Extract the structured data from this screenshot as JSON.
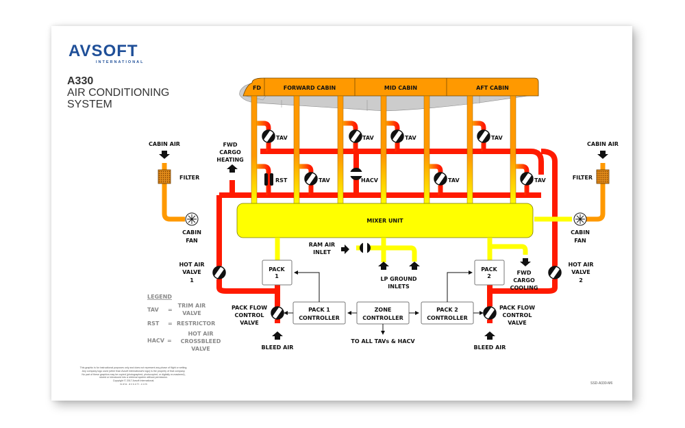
{
  "brand": {
    "name": "AVSOFT",
    "sub": "INTERNATIONAL"
  },
  "title": {
    "line1": "A330",
    "line2": "AIR CONDITIONING",
    "line3": "SYSTEM"
  },
  "colors": {
    "hot_air": "#ff1a00",
    "cabin_supply": "#ff9900",
    "mixed_air": "#ffff00",
    "fuselage": "#cccccc",
    "text": "#111111",
    "legend_text": "#8a8a8a",
    "brand": "#1f4f98"
  },
  "fuselage": {
    "zones": [
      "FD",
      "FORWARD CABIN",
      "MID CABIN",
      "AFT CABIN"
    ]
  },
  "labels": {
    "tav": "TAV",
    "rst": "RST",
    "hacv": "HACV",
    "cabin_air_left": "CABIN AIR",
    "cabin_air_right": "CABIN AIR",
    "filter_left": "FILTER",
    "filter_right": "FILTER",
    "cabin_fan_left": [
      "CABIN",
      "FAN"
    ],
    "cabin_fan_right": [
      "CABIN",
      "FAN"
    ],
    "fwd_cargo_heating": [
      "FWD",
      "CARGO",
      "HEATING"
    ],
    "mixer_unit": "MIXER UNIT",
    "ram_air_inlet": [
      "RAM AIR",
      "INLET"
    ],
    "lp_ground_inlets": [
      "LP GROUND",
      "INLETS"
    ],
    "fwd_cargo_cooling": [
      "FWD",
      "CARGO",
      "COOLING"
    ],
    "hot_air_valve_1": [
      "HOT AIR",
      "VALVE",
      "1"
    ],
    "hot_air_valve_2": [
      "HOT AIR",
      "VALVE",
      "2"
    ],
    "pack_1": [
      "PACK",
      "1"
    ],
    "pack_2": [
      "PACK",
      "2"
    ],
    "pack_flow_left": [
      "PACK FLOW",
      "CONTROL",
      "VALVE"
    ],
    "pack_flow_right": [
      "PACK FLOW",
      "CONTROL",
      "VALVE"
    ],
    "pack1_controller": [
      "PACK 1",
      "CONTROLLER"
    ],
    "zone_controller": [
      "ZONE",
      "CONTROLLER"
    ],
    "pack2_controller": [
      "PACK 2",
      "CONTROLLER"
    ],
    "to_all": "TO ALL TAVs & HACV",
    "bleed_air_left": "BLEED AIR",
    "bleed_air_right": "BLEED AIR"
  },
  "legend": {
    "title": "LEGEND",
    "items": [
      {
        "abbr": "TAV",
        "eq": "=",
        "desc": [
          "TRIM AIR",
          "VALVE"
        ]
      },
      {
        "abbr": "RST",
        "eq": "=",
        "desc": [
          "RESTRICTOR"
        ]
      },
      {
        "abbr": "HACV",
        "eq": "=",
        "desc": [
          "HOT AIR",
          "CROSSBLEED",
          "VALVE"
        ]
      }
    ]
  },
  "footer": {
    "disclaimer": [
      "This graphic is for instructional purposes only and does not represent any phase of flight or setting.",
      "Any company logo used (other than Avsoft International's logo) is the property of that company.",
      "No part of these graphics may be copied (photographed, photocopied, or digitally re-mastered),",
      "stored or introduced into a retrieval system without permission.",
      "Copyright © 2017 Avsoft International.",
      "w w w . a v s o f t . c o m"
    ],
    "doc_id": "SSD-A330-M6"
  }
}
